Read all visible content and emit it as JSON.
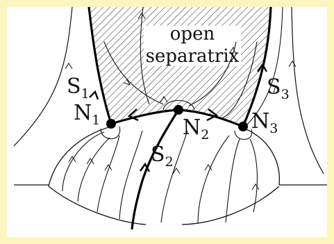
{
  "colors": {
    "frame": "#fdf5c0",
    "panel": "#ffffff",
    "ink": "#111111"
  },
  "labels": {
    "region_line1": "open",
    "region_line2": "separatrix",
    "s1": {
      "main": "S",
      "sub": "1"
    },
    "s2": {
      "main": "S",
      "sub": "2"
    },
    "s3": {
      "main": "S",
      "sub": "3"
    },
    "n1": {
      "main": "N",
      "sub": "1"
    },
    "n2": {
      "main": "N",
      "sub": "2"
    },
    "n3": {
      "main": "N",
      "sub": "3"
    }
  }
}
